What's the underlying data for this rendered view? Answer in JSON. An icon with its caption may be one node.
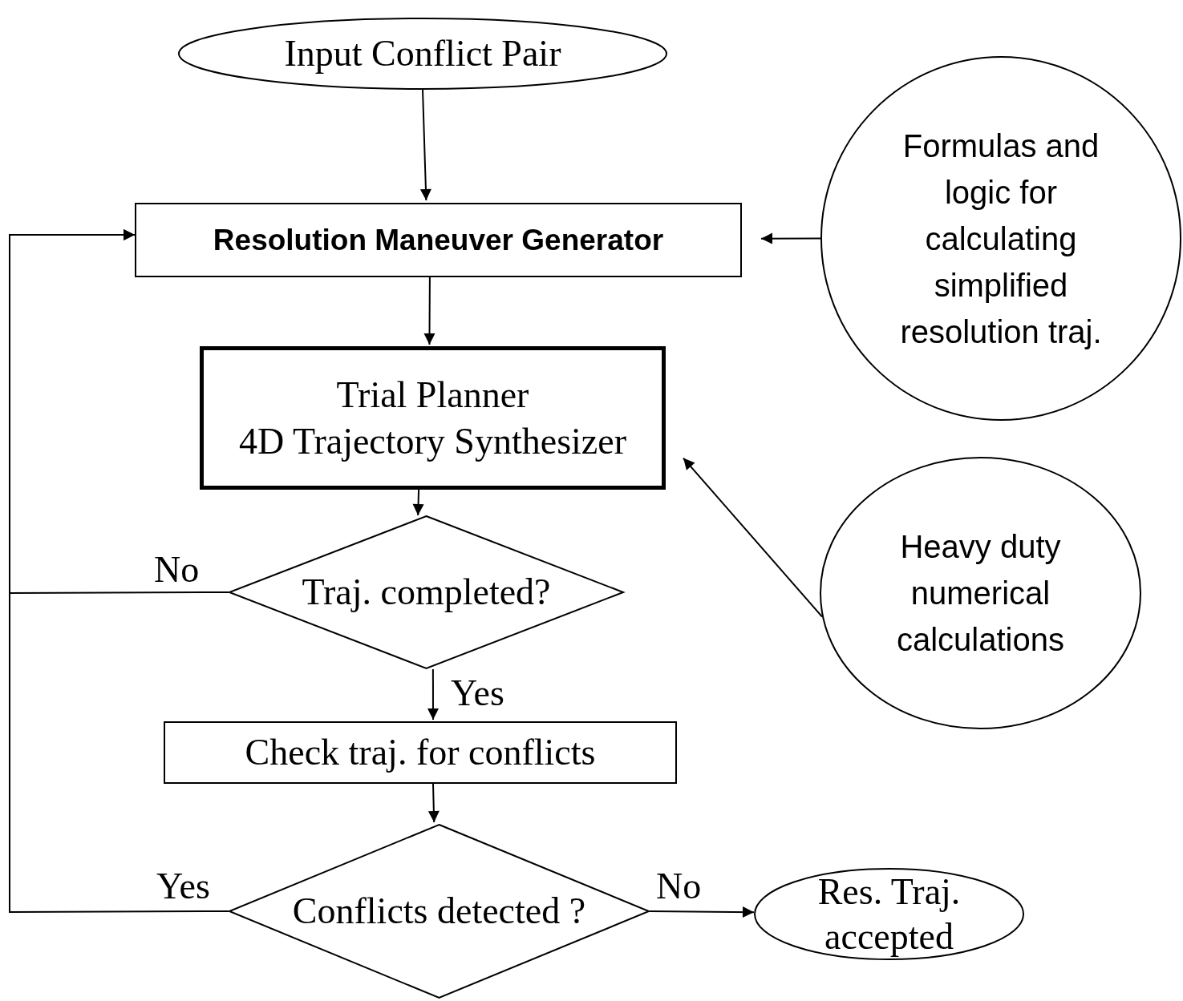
{
  "diagram": {
    "nodes": [
      {
        "text": [
          "Input Conflict Pair"
        ]
      },
      {
        "text": [
          "Resolution Maneuver Generator"
        ]
      },
      {
        "text": [
          "Trial Planner",
          "4D Trajectory Synthesizer"
        ]
      },
      {
        "text": [
          "Formulas and logic for calculating simplified resolution traj."
        ]
      },
      {
        "text": [
          "Traj. completed?"
        ]
      },
      {
        "text": [
          "Heavy duty numerical calculations"
        ]
      },
      {
        "text": [
          "Check traj. for conflicts"
        ]
      },
      {
        "text": [
          "Conflicts detected ?"
        ]
      },
      {
        "text": [
          "Res. Traj. accepted"
        ]
      }
    ],
    "edges": [
      {
        "from": 0,
        "to": 1,
        "arrow": "to"
      },
      {
        "from": 3,
        "to": 1,
        "arrow": "to"
      },
      {
        "from": 1,
        "to": 2,
        "arrow": "to"
      },
      {
        "from": 5,
        "to": 2,
        "arrow": "to"
      },
      {
        "from": 2,
        "to": 4,
        "arrow": "to"
      },
      {
        "from": 4,
        "to": 1,
        "arrow": "to",
        "label": "No"
      },
      {
        "from": 4,
        "to": 6,
        "arrow": "to",
        "label": "Yes"
      },
      {
        "from": 6,
        "to": 7,
        "arrow": "to"
      },
      {
        "from": 7,
        "to": 1,
        "arrow": "to",
        "label": "Yes"
      },
      {
        "from": 7,
        "to": 8,
        "arrow": "to",
        "label": "No"
      }
    ]
  }
}
